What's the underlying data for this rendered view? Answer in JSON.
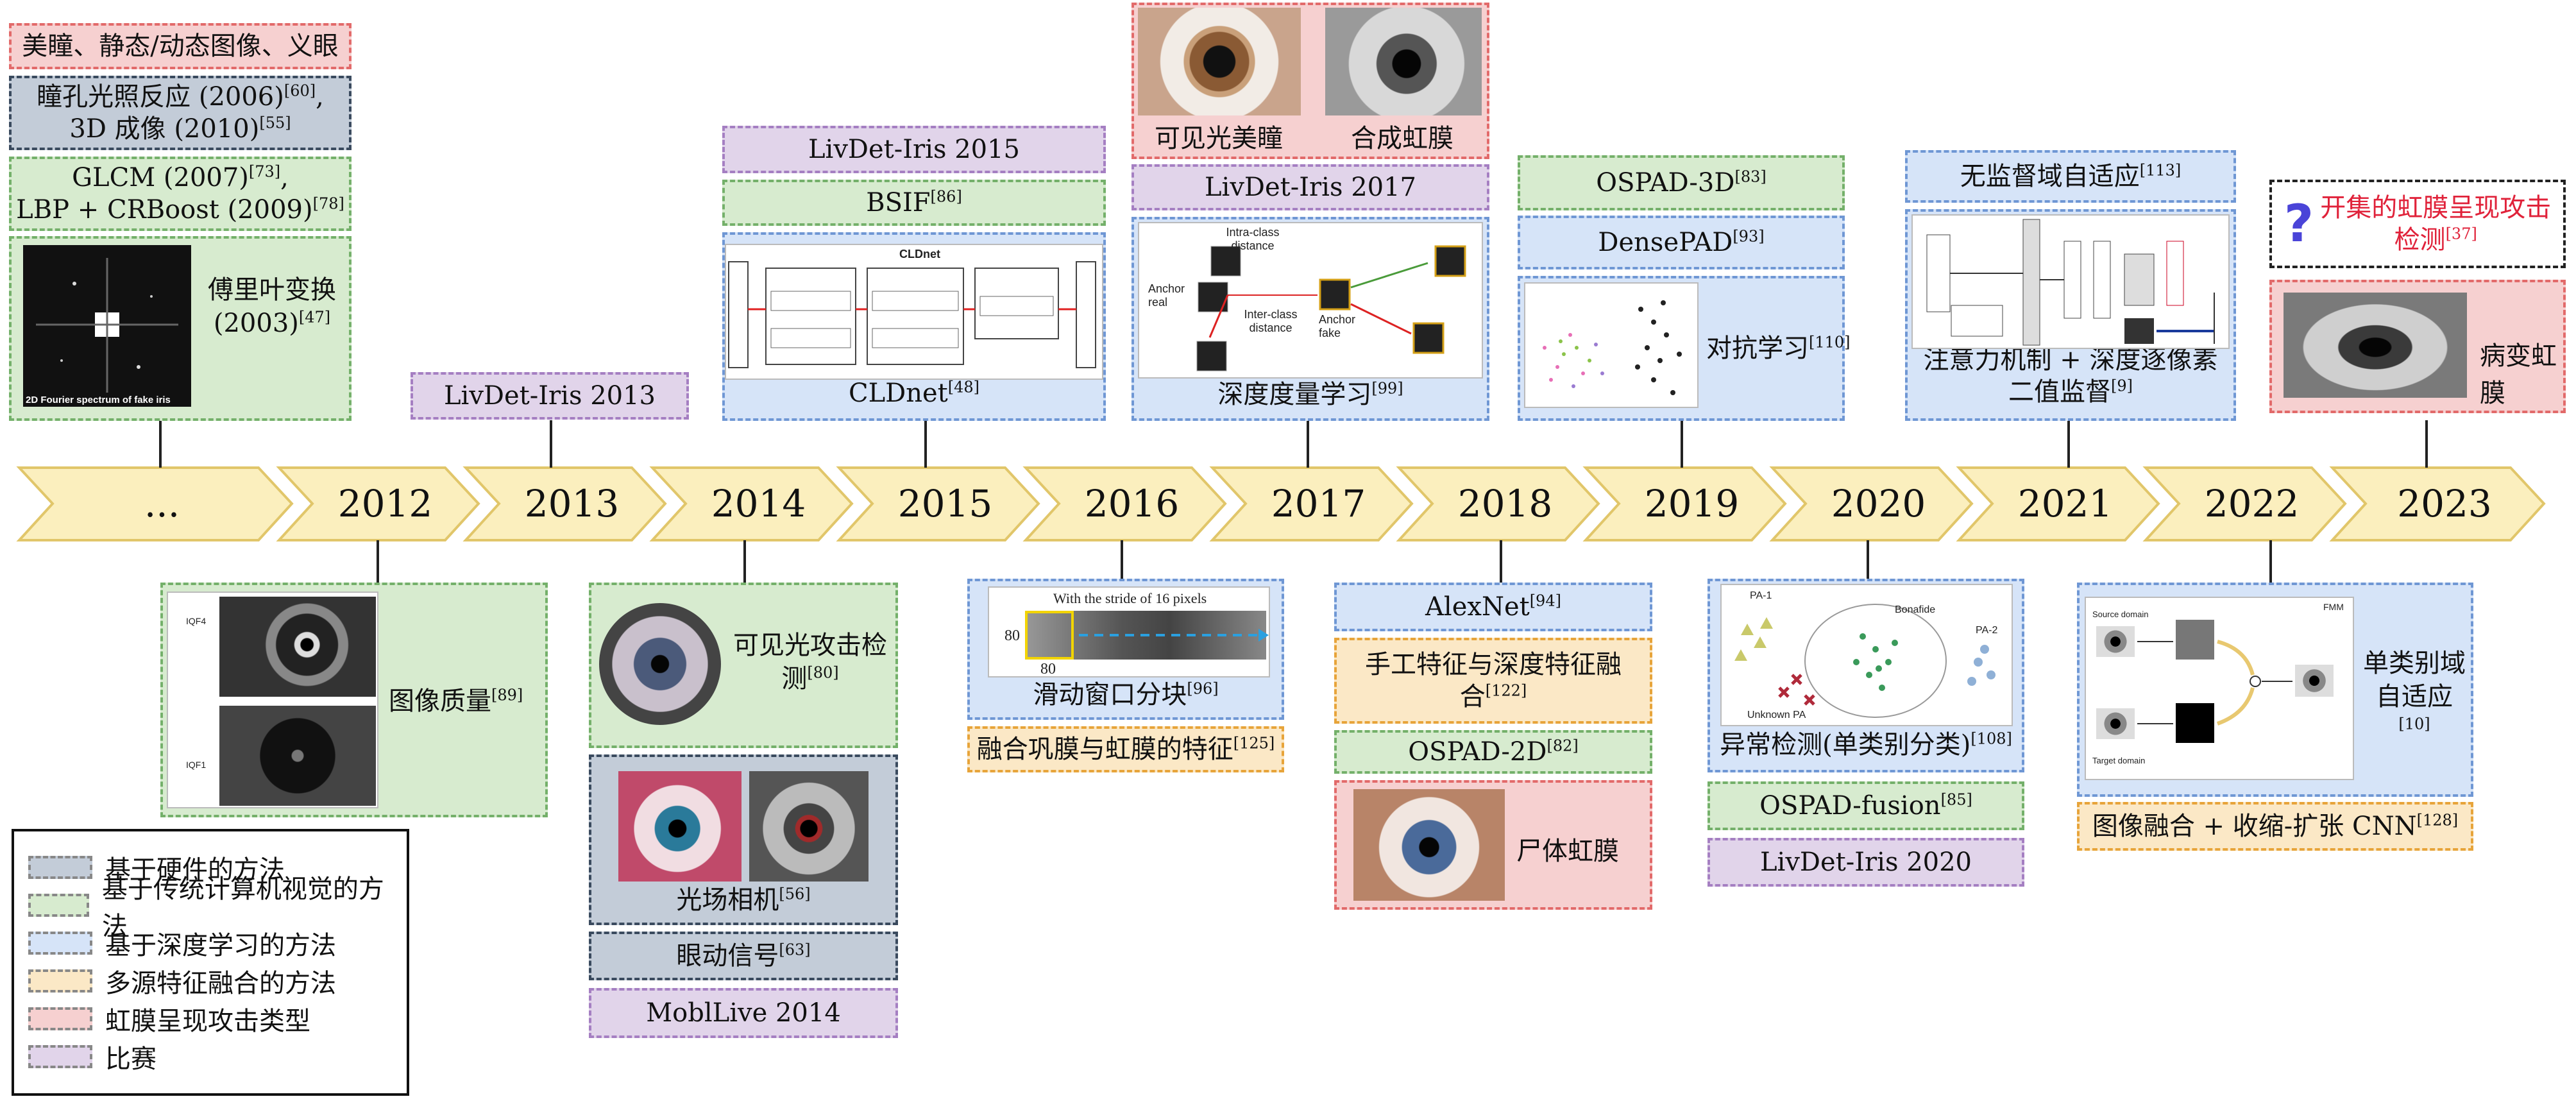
{
  "timeline": {
    "years": [
      "...",
      "2012",
      "2013",
      "2014",
      "2015",
      "2016",
      "2017",
      "2018",
      "2019",
      "2020",
      "2021",
      "2022",
      "2023"
    ],
    "colors": {
      "arrow_fill": "#fbefbe",
      "arrow_stroke": "#e1c66a"
    }
  },
  "top": {
    "pre": {
      "attack_types": "美瞳、静态/动态图像、义眼",
      "pupil": "瞳孔光照反应 (2006)",
      "pupil_ref": "[60]",
      "pupil_suffix": ",",
      "imaging3d": "3D 成像 (2010)",
      "imaging3d_ref": "[55]",
      "glcm": "GLCM (2007)",
      "glcm_ref": "[73]",
      "glcm_suffix": ",",
      "lbp": "LBP + CRBoost (2009)",
      "lbp_ref": "[78]",
      "fourier": "傅里叶变换 (2003)",
      "fourier_ref": "[47]",
      "fourier_image_caption": "2D Fourier spectrum of fake iris"
    },
    "y2013": {
      "competition": "LivDet-Iris 2013"
    },
    "y2015": {
      "competition": "LivDet-Iris 2015",
      "bsif": "BSIF",
      "bsif_ref": "[86]",
      "cldnet": "CLDnet",
      "cldnet_ref": "[48]",
      "cldnet_fig_title": "CLDnet"
    },
    "y2017": {
      "attack_visible": "可见光美瞳",
      "attack_synthetic": "合成虹膜",
      "competition": "LivDet-Iris 2017",
      "metric": "深度度量学习",
      "metric_ref": "[99]",
      "fig_intra": "Intra-class distance",
      "fig_inter": "Inter-class distance",
      "fig_anchor_real": "Anchor real",
      "fig_anchor_fake": "Anchor fake"
    },
    "y2019": {
      "ospad3d": "OSPAD-3D",
      "ospad3d_ref": "[83]",
      "densepad": "DensePAD",
      "densepad_ref": "[93]",
      "adversarial": "对抗学习",
      "adversarial_ref": "[110]"
    },
    "y2021": {
      "uda": "无监督域自适应",
      "uda_ref": "[113]",
      "attention": "注意力机制 + 深度逐像素二值监督",
      "attention_ref": "[9]"
    },
    "y2023": {
      "open_set": "开集的虹膜呈现攻击检测",
      "open_set_ref": "[37]",
      "disease": "病变虹膜"
    }
  },
  "bottom": {
    "y2012": {
      "quality": "图像质量",
      "quality_ref": "[89]",
      "iqf4": "IQF4",
      "iqf1": "IQF1"
    },
    "y2014": {
      "visible_attack": "可见光攻击检测",
      "visible_attack_ref": "[80]",
      "lightfield": "光场相机",
      "lightfield_ref": "[56]",
      "eye_movement": "眼动信号",
      "eye_movement_ref": "[63]",
      "competition": "MoblLive 2014"
    },
    "y2016": {
      "sliding": "滑动窗口分块",
      "sliding_ref": "[96]",
      "stride_text": "With the stride of 16 pixels",
      "win_h": "80",
      "win_w": "80",
      "fusion": "融合巩膜与虹膜的特征",
      "fusion_ref": "[125]"
    },
    "y2018": {
      "alexnet": "AlexNet",
      "alexnet_ref": "[94]",
      "handcrafted": "手工特征与深度特征融合",
      "handcrafted_ref": "[122]",
      "ospad2d": "OSPAD-2D",
      "ospad2d_ref": "[82]",
      "cadaver": "尸体虹膜"
    },
    "y2020": {
      "anomaly": "异常检测(单类别分类)",
      "anomaly_ref": "[108]",
      "ospad_fusion": "OSPAD-fusion",
      "ospad_fusion_ref": "[85]",
      "competition": "LivDet-Iris 2020",
      "fig_pa1": "PA-1",
      "fig_pa2": "PA-2",
      "fig_bonafide": "Bonafide",
      "fig_unknown": "Unknown PA"
    },
    "y2022": {
      "one_class": "单类别域自适应",
      "one_class_ref": "[10]",
      "fusion_cnn": "图像融合 + 收缩-扩张 CNN",
      "fusion_cnn_ref": "[128]",
      "fig_fmm": "FMM",
      "fig_source": "Source domain",
      "fig_target": "Target domain"
    }
  },
  "legend": {
    "items": [
      {
        "label": "基于硬件的方法",
        "cls": "hw"
      },
      {
        "label": "基于传统计算机视觉的方法",
        "cls": "trad"
      },
      {
        "label": "基于深度学习的方法",
        "cls": "dl"
      },
      {
        "label": "多源特征融合的方法",
        "cls": "fuse"
      },
      {
        "label": "虹膜呈现攻击类型",
        "cls": "atk"
      },
      {
        "label": "比赛",
        "cls": "comp"
      }
    ]
  }
}
